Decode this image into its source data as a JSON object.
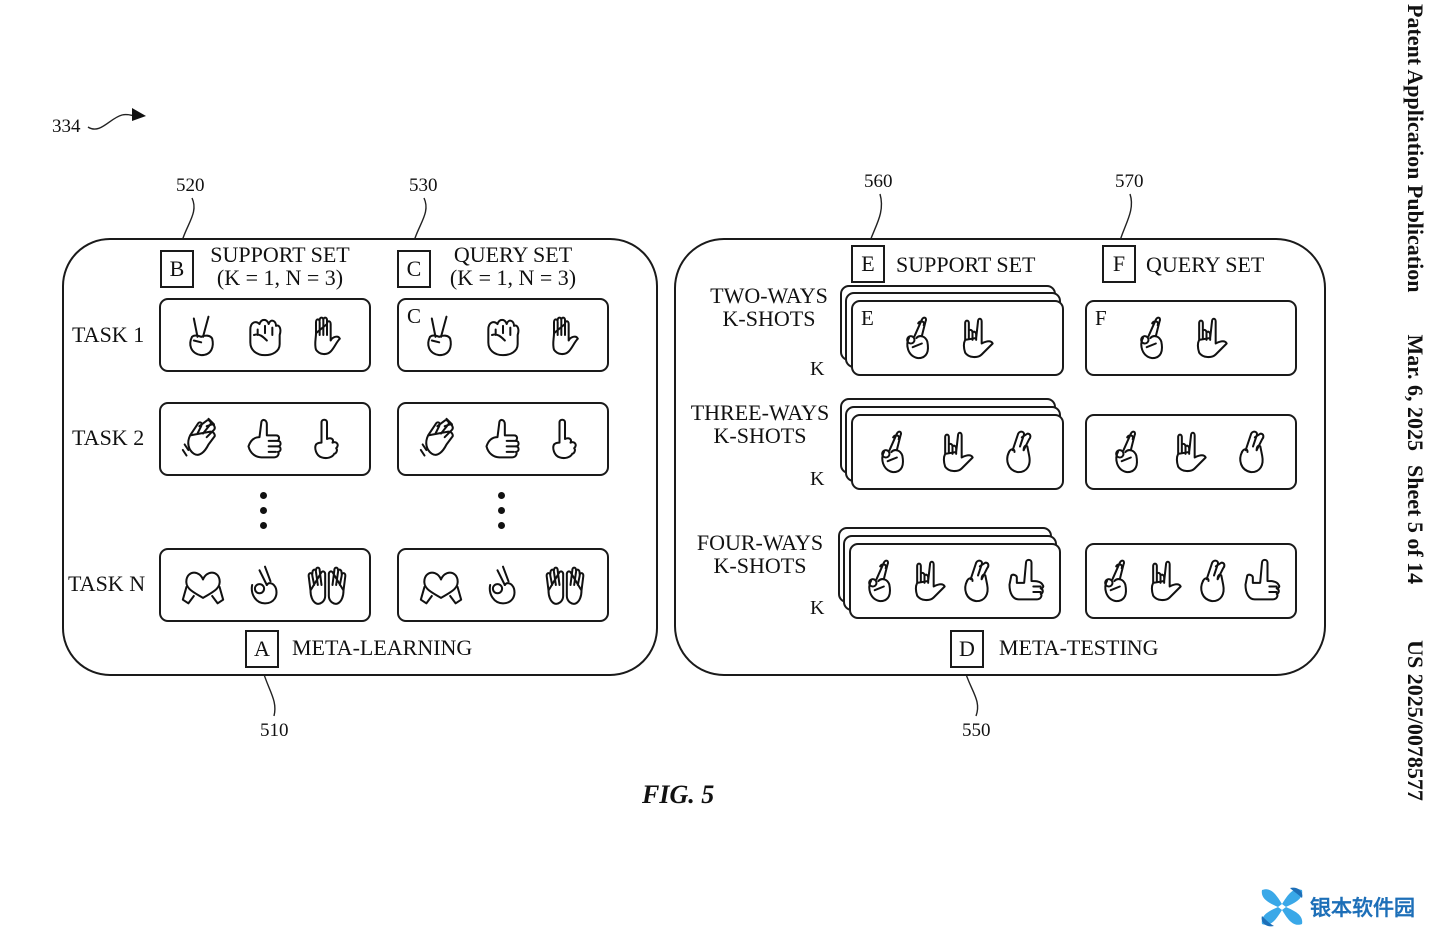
{
  "figure": {
    "caption": "FIG. 5",
    "ref_main": "334"
  },
  "header": {
    "publication": "Patent Application Publication",
    "date": "Mar. 6, 2025",
    "sheet": "Sheet 5 of 14",
    "number": "US 2025/0078577"
  },
  "meta_learning": {
    "ref": "510",
    "letter": "A",
    "title": "META-LEARNING",
    "support": {
      "ref": "520",
      "letter": "B",
      "title_line1": "SUPPORT SET",
      "title_line2": "(K = 1, N = 3)"
    },
    "query": {
      "ref": "530",
      "letter": "C",
      "title_line1": "QUERY SET",
      "title_line2": "(K = 1, N = 3)",
      "corner_letter": "C"
    },
    "tasks": [
      {
        "label": "TASK 1",
        "hands": [
          "victory-hand",
          "raised-fist",
          "raised-hand"
        ]
      },
      {
        "label": "TASK 2",
        "hands": [
          "waving-hand",
          "thumbs-up",
          "pointing-up"
        ]
      },
      {
        "label": "TASK N",
        "hands": [
          "heart-hands",
          "ok-hand",
          "palms-up-together"
        ]
      }
    ],
    "ellipsis": "⋮"
  },
  "meta_testing": {
    "ref": "550",
    "letter": "D",
    "title": "META-TESTING",
    "support": {
      "ref": "560",
      "letter": "E",
      "title": "SUPPORT SET",
      "corner_letter": "E"
    },
    "query": {
      "ref": "570",
      "letter": "F",
      "title": "QUERY SET",
      "corner_letter": "F"
    },
    "k_mark": "K",
    "rows": [
      {
        "line1": "TWO-WAYS",
        "line2": "K-SHOTS",
        "hands": [
          "crossed-fingers",
          "love-you-gesture"
        ]
      },
      {
        "line1": "THREE-WAYS",
        "line2": "K-SHOTS",
        "hands": [
          "crossed-fingers",
          "love-you-gesture",
          "hand-with-index-and-middle-crossed"
        ]
      },
      {
        "line1": "FOUR-WAYS",
        "line2": "K-SHOTS",
        "hands": [
          "crossed-fingers",
          "love-you-gesture",
          "hand-with-index-and-middle-crossed",
          "call-me-hand"
        ]
      }
    ]
  },
  "watermark": {
    "text": "银本软件园",
    "color": "#1d6fb8",
    "accent": "#3aa8e8"
  }
}
